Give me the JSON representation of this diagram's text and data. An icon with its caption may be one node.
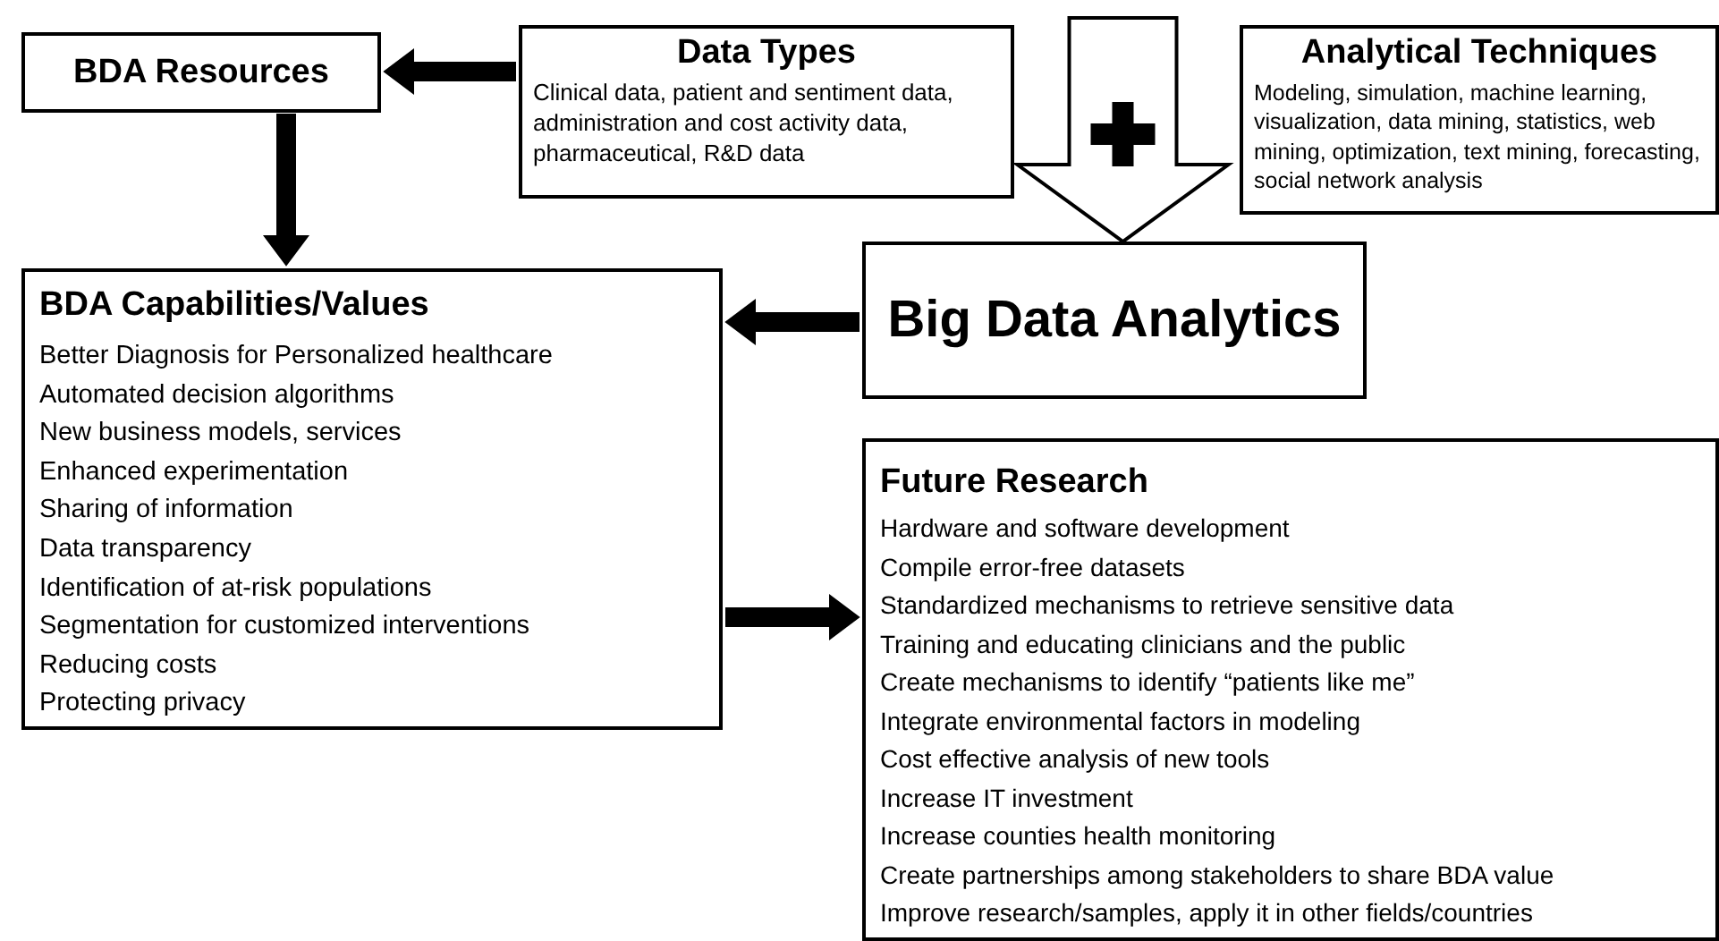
{
  "diagram": {
    "nodes": [
      {
        "text": [
          "BDA Resources"
        ]
      },
      {
        "text": [
          "Data Types",
          "Clinical data, patient and sentiment data, administration and cost activity data, pharmaceutical, R&D data"
        ]
      },
      {
        "text": [
          "Analytical Techniques",
          "Modeling, simulation, machine learning, visualization, data mining, statistics, web mining, optimization, text mining, forecasting, social network analysis"
        ]
      },
      {
        "text": [
          "Big Data Analytics"
        ]
      },
      {
        "text": [
          "BDA Capabilities/Values",
          "Better Diagnosis for Personalized healthcare",
          "Automated decision algorithms",
          "New business models, services",
          "Enhanced experimentation",
          "Sharing of information",
          "Data transparency",
          "Identification of at-risk populations",
          "Segmentation for customized interventions",
          "Reducing costs",
          "Protecting privacy"
        ]
      },
      {
        "text": [
          "Future Research",
          "Hardware and software development",
          "Compile error-free datasets",
          "Standardized mechanisms to retrieve sensitive data",
          "Training and educating clinicians and the public",
          "Create mechanisms to identify “patients like me”",
          "Integrate environmental factors in modeling",
          "Cost effective analysis of new tools",
          "Increase IT investment",
          "Increase counties health monitoring",
          "Create partnerships among stakeholders to share BDA value",
          "Improve research/samples, apply it in other fields/countries"
        ]
      }
    ],
    "edges": [
      {
        "from": 1,
        "to": 0,
        "arrow": "to"
      },
      {
        "from": 0,
        "to": 4,
        "arrow": "to"
      },
      {
        "from": 1,
        "to": 3,
        "arrow": "to",
        "style": "thick"
      },
      {
        "from": 2,
        "to": 3,
        "arrow": "to",
        "style": "thick"
      },
      {
        "from": 3,
        "to": 4,
        "arrow": "to"
      },
      {
        "from": 4,
        "to": 5,
        "arrow": "to"
      }
    ]
  }
}
